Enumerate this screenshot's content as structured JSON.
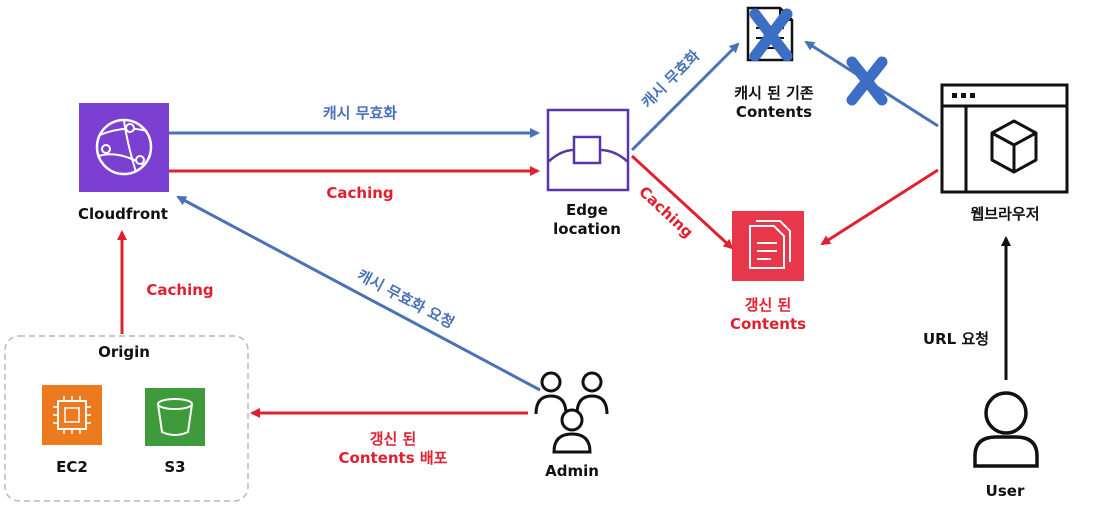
{
  "colors": {
    "blue": "#4a72b6",
    "red": "#e0202f",
    "black": "#111111",
    "cloudfront_purple": "#7b3fd1",
    "edge_purple": "#5a35a8",
    "ec2_orange": "#ee7a1f",
    "s3_green": "#3f9a3c",
    "new_doc_red": "#e8364a",
    "x_blue": "#3c6ec4",
    "dash_gray": "#b9b9b9"
  },
  "icons": {
    "cloudfront": "cloudfront-icon",
    "edge": "edge-location-icon",
    "cached_doc": "document-icon",
    "invalidated": "x-mark-icon",
    "new_doc": "documents-icon",
    "browser": "browser-window-icon",
    "ec2": "ec2-chip-icon",
    "s3": "s3-bucket-icon",
    "admin": "users-icon",
    "user": "user-icon"
  },
  "nodes": {
    "cloudfront": "Cloudfront",
    "edge": "Edge\nlocation",
    "cached": "캐시 된 기존\nContents",
    "updated": "갱신 된\nContents",
    "browser": "웹브라우저",
    "origin": "Origin",
    "ec2": "EC2",
    "s3": "S3",
    "admin": "Admin",
    "user": "User"
  },
  "edges": {
    "cf_to_edge_invalidate": "캐시 무효화",
    "cf_to_edge_caching": "Caching",
    "edge_to_cached_invalidate": "캐시 무효화",
    "edge_to_updated_caching": "Caching",
    "origin_to_cf_caching": "Caching",
    "admin_to_cf_request": "캐시 무효화 요청",
    "admin_to_origin_deploy": "갱신 된\nContents 배포",
    "user_to_browser": "URL 요청"
  }
}
